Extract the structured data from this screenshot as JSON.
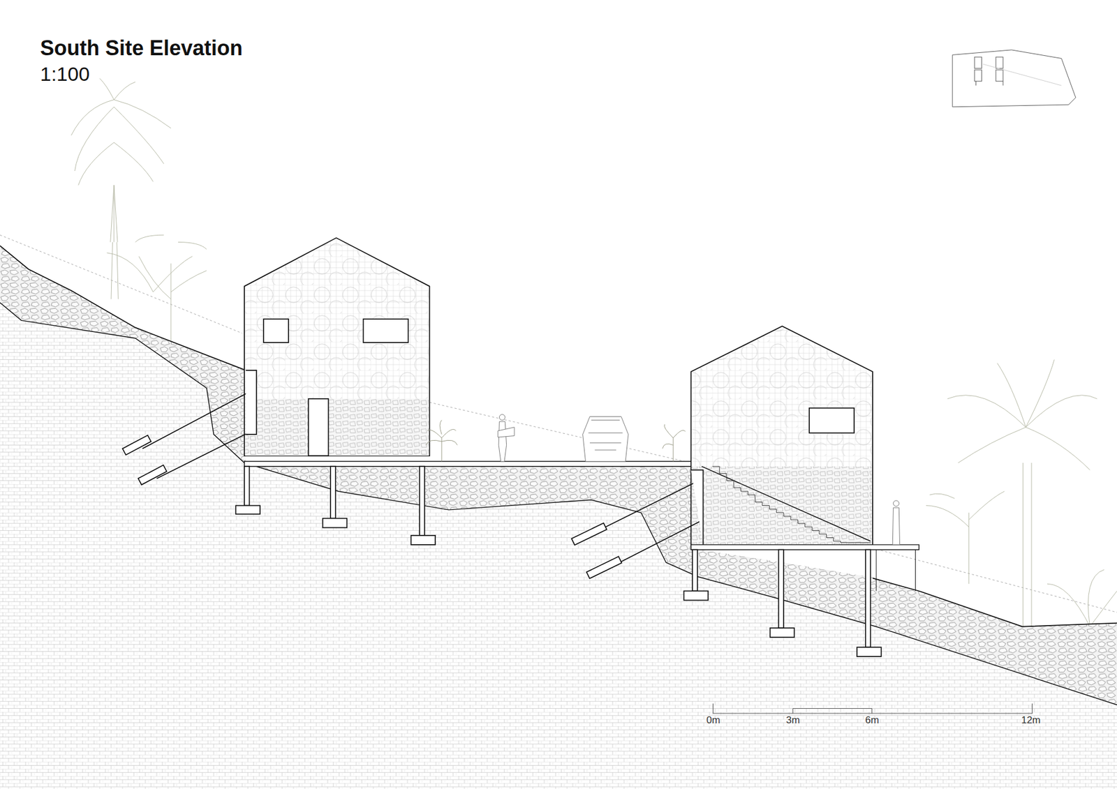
{
  "diagram": {
    "title": "South Site Elevation",
    "labels": [
      "1:100",
      "0m",
      "3m",
      "6m",
      "12m"
    ]
  }
}
